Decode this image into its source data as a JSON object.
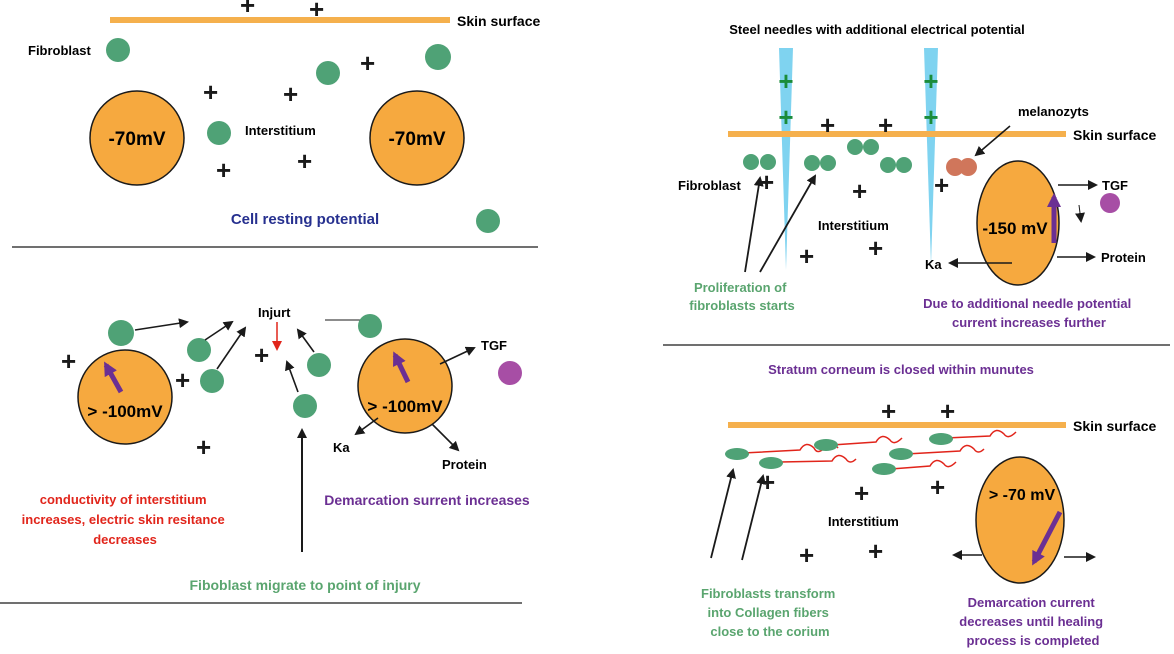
{
  "colors": {
    "skin": "#f5b04d",
    "cell": "#f6a93f",
    "fibroblast": "#4fa276",
    "tgf": "#a74ea5",
    "melanocyte": "#d0765b",
    "needle": "#7fd3f0",
    "blue_text": "#26308f",
    "purple_text": "#6b2f93",
    "red_text": "#e1251b",
    "green_text": "#5aa56f",
    "arrow_purple": "#6b2f93"
  },
  "panel1": {
    "skin_surface": "Skin surface",
    "fibroblast": "Fibroblast",
    "interstitium": "Interstitium",
    "cell_left": "-70mV",
    "cell_right": "-70mV",
    "caption": "Cell resting potential"
  },
  "panel2": {
    "injury": "Injurt",
    "tgf": "TGF",
    "cell_left": "> -100mV",
    "cell_right": "> -100mV",
    "ka": "Ka",
    "protein": "Protein",
    "caption_red": [
      "conductivity of interstitium",
      "increases, electric skin resitance",
      "decreases"
    ],
    "caption_purple": "Demarcation surrent increases",
    "caption_green": "Fiboblast migrate to point of injury"
  },
  "panel3": {
    "needles": "Steel needles with additional electrical potential",
    "melanocytes": "melanozyts",
    "skin_surface": "Skin surface",
    "fibroblast": "Fibroblast",
    "interstitium": "Interstitium",
    "tgf": "TGF",
    "cell": "-150 mV",
    "ka": "Ka",
    "protein": "Protein",
    "caption_green": [
      "Proliferation of",
      "fibroblasts starts"
    ],
    "caption_purple": [
      "Due to additional needle potential",
      "current increases further"
    ]
  },
  "panel4": {
    "header": "Stratum corneum is closed within munutes",
    "skin_surface": "Skin surface",
    "interstitium": "Interstitium",
    "cell": "> -70 mV",
    "caption_green": [
      "Fibroblasts transform",
      "into Collagen fibers",
      "close to the corium"
    ],
    "caption_purple": [
      "Demarcation current",
      "decreases until healing",
      "process is completed"
    ]
  }
}
